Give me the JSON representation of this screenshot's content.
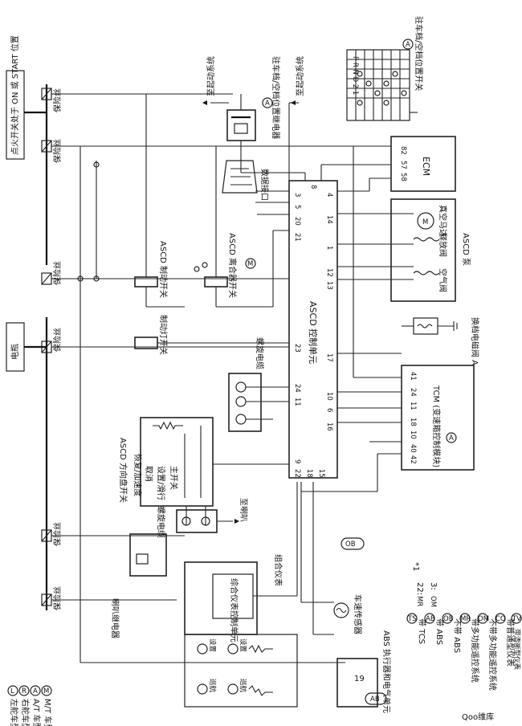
{
  "power": {
    "ignition": "点火开关处于 ON 或 START 位置",
    "battery": "电瓶",
    "fuse": "保险丝"
  },
  "top": {
    "to_start_1": "至起动系统",
    "to_start_2": "至起动系统",
    "park_relay": "驻车档/空档位置继电器",
    "park_switch": "驻车档/空档位置开关",
    "relay_mark": "A",
    "switch_mark": "A",
    "park_header": "P R N D 2 1"
  },
  "components": {
    "data_link": "数据接口",
    "ascd_brake_sw": "ASCD 制动开关",
    "ascd_clutch_sw": "ASCD 离合器开关",
    "clutch_mark": "M",
    "brake_lamp_sw": "制动灯开关",
    "control_unit": "ASCD 控制单元",
    "ecm": "ECM",
    "ascd_pump": "ASCD 泵",
    "vacuum_motor": "真空马达",
    "release_valve": "释放阀",
    "air_valve": "空气阀",
    "shift_solenoid": "换档电磁阀 A",
    "spiral_cable": "螺旋电缆",
    "spiral_cable_2": "螺旋电缆",
    "tcm": "TCM (变速箱控制模块)",
    "tcm_mark": "A",
    "steering_sw": "ASCD 方向盘开关",
    "resume": "恢复/加速度",
    "cancel": "取消",
    "set": "设置/滑行",
    "main": "主开关",
    "horn_relay": "喇叭继电器",
    "to_horn": "至喇叭",
    "combination_meter": "组合仪表",
    "meter_mark": "OB",
    "meter_ctrl": "综合仪表控制单元",
    "speed_sensor": "车速传感器",
    "abs_unit": "ABS 执行器和电气单元",
    "abs_mark": "AB",
    "abs_pin": "19",
    "lamp_set_1": "设置",
    "lamp_set_2": "设置",
    "lamp_cruise_1": "巡航",
    "lamp_cruise_2": "巡航"
  },
  "pins": {
    "cu_3": "3",
    "cu_8": "8",
    "cu_4": "4",
    "cu_5": "5",
    "cu_20": "20",
    "cu_21": "21",
    "cu_14": "14",
    "cu_1": "1",
    "cu_12": "12",
    "cu_13": "13",
    "cu_23": "23",
    "cu_17": "17",
    "cu_24": "24",
    "cu_11": "11",
    "cu_10": "10",
    "cu_6": "6",
    "cu_16": "16",
    "cu_9": "9",
    "cu_22": "22",
    "cu_18": "18",
    "cu_15": "15",
    "ecm_82": "82",
    "ecm_57": "57",
    "ecm_58": "58",
    "tcm_41": "41",
    "tcm_24": "24",
    "tcm_11": "11",
    "tcm_18": "18",
    "tcm_10": "10",
    "tcm_40": "40",
    "tcm_42": "42"
  },
  "legend": {
    "ts": "带 TCS",
    "ab": "带 ABS",
    "ob": "不带 ABS",
    "mr": "带多功能遥控系统",
    "om": "不带多功能遥控系统",
    "co": "带普通型仪表",
    "tv": "带清晰型仪表",
    "l": "左舵车型",
    "r": "右舵车型",
    "at": "A/T 车型",
    "mt": "M/T 车型",
    "star1": "*1",
    "n22": "22:",
    "mr_tag": "MR",
    "n3": "3:",
    "om_tag": "OM",
    "tag_ts": "TS",
    "tag_ab": "AB",
    "tag_ob": "OB",
    "tag_a": "A",
    "tag_mr": "MR",
    "tag_om": "OM",
    "tag_co": "CO",
    "tag_tv": "TV",
    "tag_l": "L",
    "tag_r": "R",
    "tag_m": "M"
  },
  "watermark": "Qoo维库"
}
